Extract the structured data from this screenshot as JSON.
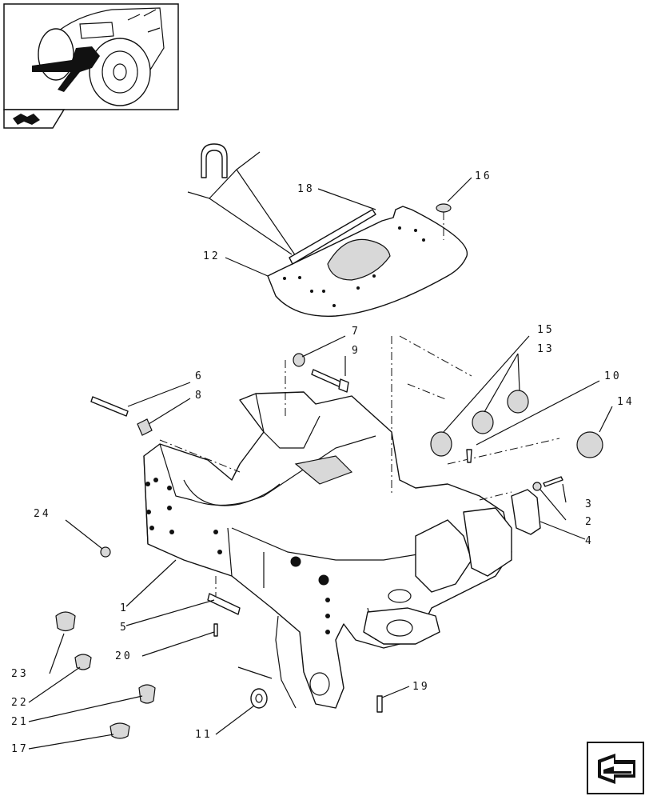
{
  "diagram": {
    "callouts": [
      {
        "id": "18",
        "text": "18"
      },
      {
        "id": "16",
        "text": "16"
      },
      {
        "id": "12",
        "text": "12"
      },
      {
        "id": "7",
        "text": "7"
      },
      {
        "id": "9",
        "text": "9"
      },
      {
        "id": "15",
        "text": "15"
      },
      {
        "id": "13",
        "text": "13"
      },
      {
        "id": "10",
        "text": "10"
      },
      {
        "id": "6",
        "text": "6"
      },
      {
        "id": "8",
        "text": "8"
      },
      {
        "id": "14",
        "text": "14"
      },
      {
        "id": "3",
        "text": "3"
      },
      {
        "id": "2",
        "text": "2"
      },
      {
        "id": "4",
        "text": "4"
      },
      {
        "id": "24",
        "text": "24"
      },
      {
        "id": "1",
        "text": "1"
      },
      {
        "id": "5",
        "text": "5"
      },
      {
        "id": "20",
        "text": "20"
      },
      {
        "id": "23",
        "text": "23"
      },
      {
        "id": "22",
        "text": "22"
      },
      {
        "id": "21",
        "text": "21"
      },
      {
        "id": "17",
        "text": "17"
      },
      {
        "id": "19",
        "text": "19"
      },
      {
        "id": "11",
        "text": "11"
      }
    ]
  },
  "icons": {
    "thumbnail": "tractor-thumbnail-icon",
    "section_arrow": "section-arrow-icon",
    "nav_arrow": "navigation-arrow-icon"
  }
}
